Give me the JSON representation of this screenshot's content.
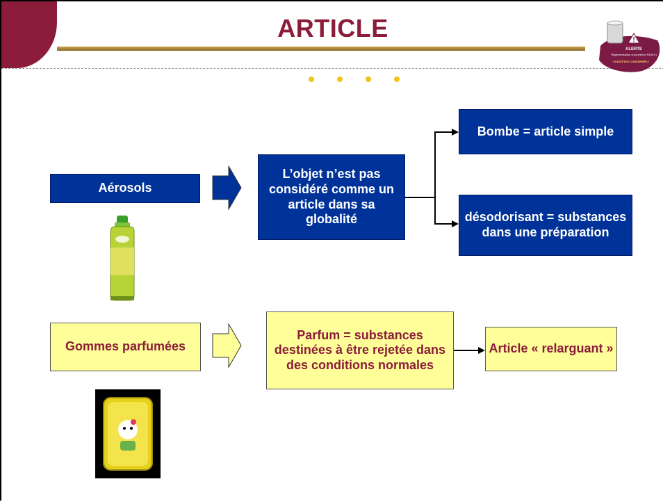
{
  "slide": {
    "title": "ARTICLE",
    "badge": {
      "line1": "ALERTE",
      "line2": "Réglementation européenne REACH",
      "line3": "VOUS ÊTES CONCERNÉS !"
    },
    "rows": [
      {
        "label": "Aérosols",
        "middle": "L’objet n’est pas considéré comme un article dans sa globalité",
        "outcomes": [
          "Bombe = article simple",
          "désodorisant = substances dans une préparation"
        ]
      },
      {
        "label": "Gommes parfumées",
        "middle": "Parfum = substances destinées à être rejetée dans des conditions normales",
        "outcomes": [
          "Article « relarguant »"
        ]
      }
    ]
  },
  "colors": {
    "accent": "#8b1c3a",
    "blue_box": "#003399",
    "yellow_box": "#ffff99",
    "dots": "#f0c419",
    "band": "#c9a24a"
  }
}
